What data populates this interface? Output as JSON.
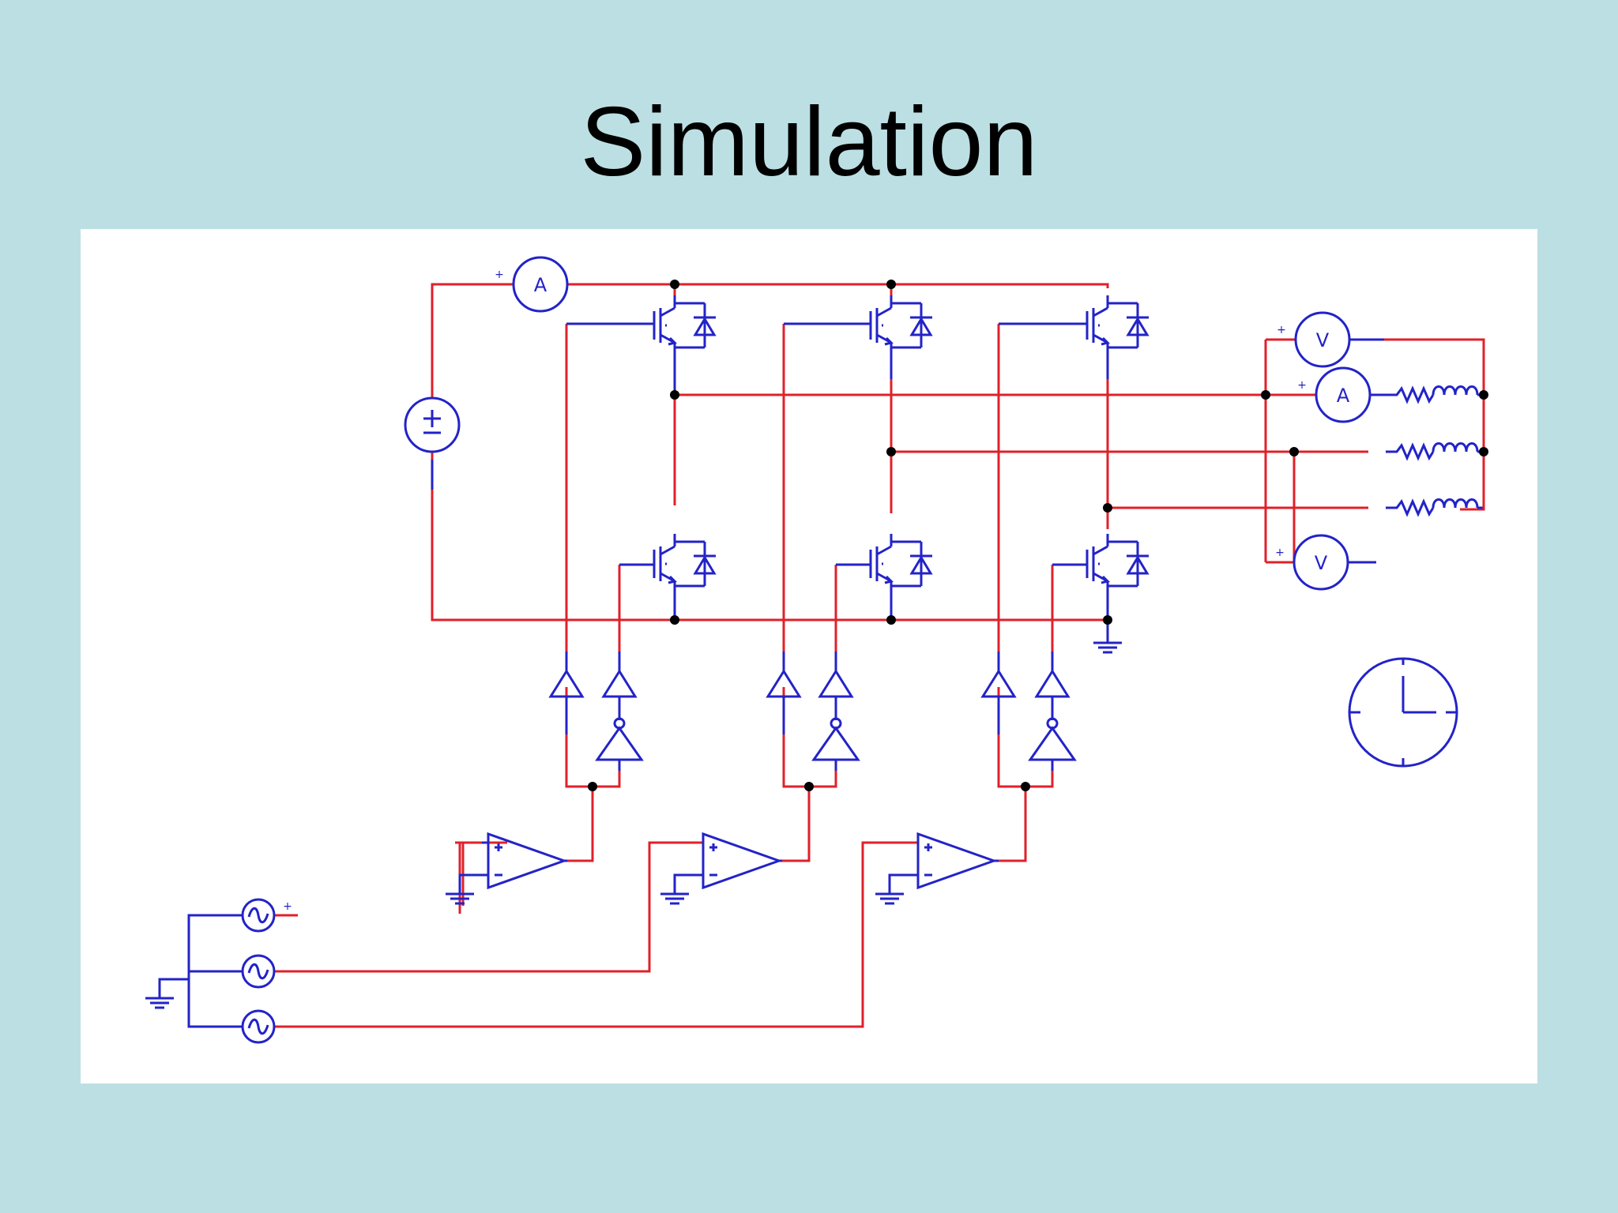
{
  "slide": {
    "title": "Simulation"
  },
  "colors": {
    "background": "#bcdfe3",
    "panel": "#ffffff",
    "wire": "#e0202a",
    "component": "#2323c8"
  },
  "labels": {
    "ammeter": "A",
    "voltmeter": "V",
    "plus": "+",
    "minus": "−",
    "probe": "+"
  },
  "icons": [
    "ammeter-icon",
    "voltmeter-icon",
    "dc-source-icon",
    "ac-source-icon",
    "igbt-icon",
    "buffer-icon",
    "inverter-gate-icon",
    "comparator-icon",
    "ground-icon",
    "clock-icon",
    "resistor-icon",
    "inductor-icon"
  ]
}
